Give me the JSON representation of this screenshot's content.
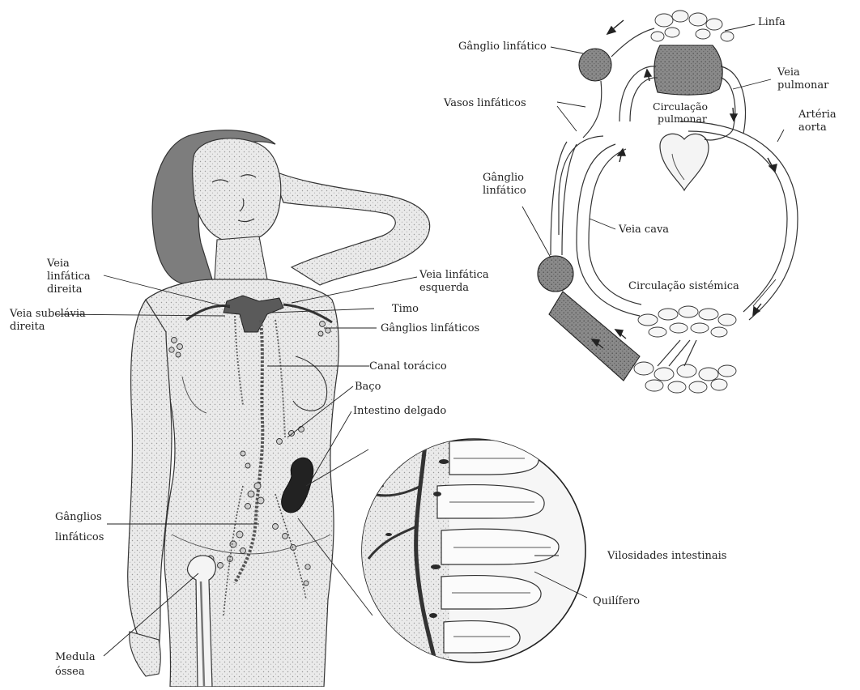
{
  "labels": {
    "linfa": "Linfa",
    "ganglio_linfatico_top": "Gânglio linfático",
    "veia_pulmonar_1": "Veia",
    "veia_pulmonar_2": "pulmonar",
    "vasos_linfaticos": "Vasos linfáticos",
    "circulacao_pulmonar_1": "Circulação",
    "circulacao_pulmonar_2": "pulmonar",
    "arteria_aorta_1": "Artéria",
    "arteria_aorta_2": "aorta",
    "ganglio_linfatico_mid_1": "Gânglio",
    "ganglio_linfatico_mid_2": "linfático",
    "veia_cava": "Veia cava",
    "circulacao_sistemica": "Circulação sistémica",
    "veia_linfatica_direita_1": "Veia",
    "veia_linfatica_direita_2": "linfática",
    "veia_linfatica_direita_3": "direita",
    "veia_linfatica_esquerda_1": "Veia linfática",
    "veia_linfatica_esquerda_2": "esquerda",
    "veia_subclavia_direita_1": "Veia subclávia",
    "veia_subclavia_direita_2": "direita",
    "timo": "Timo",
    "ganglios_linfaticos_chest": "Gânglios linfáticos",
    "canal_toracico": "Canal torácico",
    "baco": "Baço",
    "intestino_delgado": "Intestino delgado",
    "ganglios_linfaticos_1": "Gânglios",
    "ganglios_linfaticos_2": "linfáticos",
    "vilosidades_intestinais": "Vilosidades intestinais",
    "quilifero": "Quilífero",
    "medula_ossea_1": "Medula",
    "medula_ossea_2": "óssea"
  },
  "colors": {
    "ink": "#222222",
    "skin": "#e6e6e6",
    "hair": "#777777",
    "organ_dark": "#2a2a2a",
    "node_fill": "#b0b0b0",
    "vessel_fill": "#f4f4f4"
  }
}
